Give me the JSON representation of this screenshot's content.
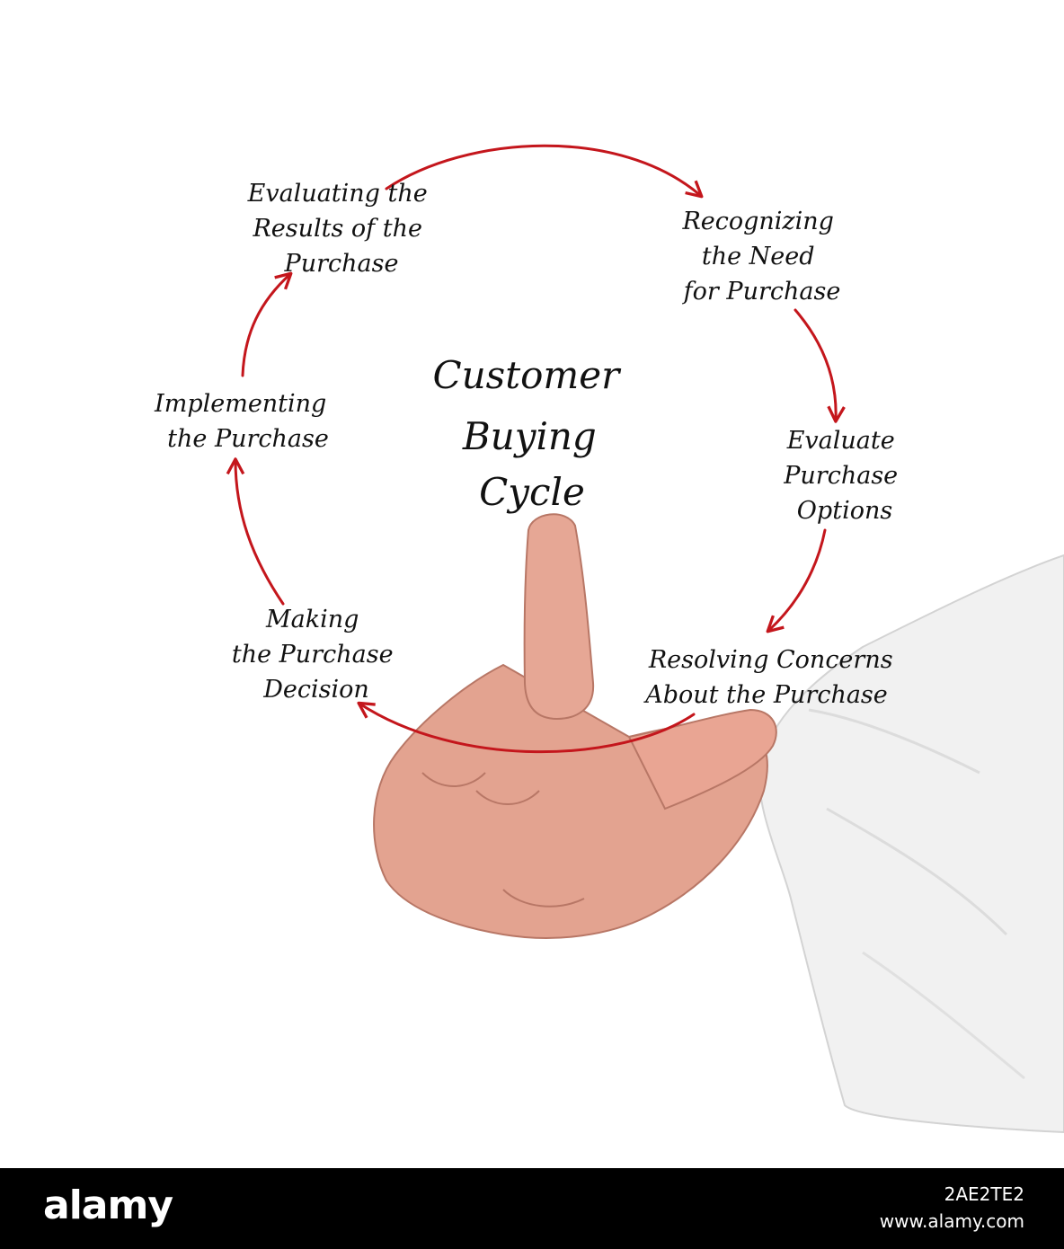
{
  "diagram": {
    "title_lines": [
      "Customer",
      "Buying",
      "Cycle"
    ],
    "steps": [
      {
        "id": "recognizing",
        "lines": [
          "Recognizing",
          "the Need",
          "for Purchase"
        ]
      },
      {
        "id": "evaluate-options",
        "lines": [
          "Evaluate",
          "Purchase",
          "Options"
        ]
      },
      {
        "id": "resolving",
        "lines": [
          "Resolving Concerns",
          "About the Purchase"
        ]
      },
      {
        "id": "making-decision",
        "lines": [
          "Making",
          "the Purchase",
          "Decision"
        ]
      },
      {
        "id": "implementing",
        "lines": [
          "Implementing",
          "the Purchase"
        ]
      },
      {
        "id": "evaluating-results",
        "lines": [
          "Evaluating the",
          "Results of the",
          "Purchase"
        ]
      }
    ],
    "arrow_color": "#c4161c"
  },
  "footer": {
    "logo": "alamy",
    "image_id": "2AE2TE2",
    "url": "www.alamy.com"
  }
}
